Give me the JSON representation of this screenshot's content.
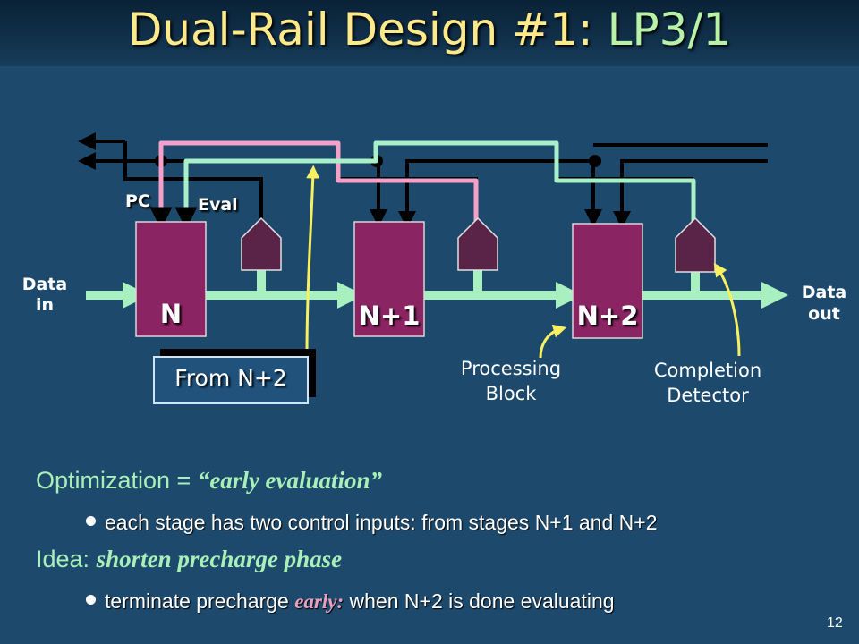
{
  "title": {
    "main": "Dual-Rail Design #1:",
    "highlight": "LP3/1"
  },
  "labels": {
    "pc": "PC",
    "eval": "Eval",
    "data_in_1": "Data",
    "data_in_2": "in",
    "data_out_1": "Data",
    "data_out_2": "out",
    "stage_n": "N",
    "stage_n1": "N+1",
    "stage_n2": "N+2",
    "from": "From N+2",
    "processing_1": "Processing",
    "processing_2": "Block",
    "completion_1": "Completion",
    "completion_2": "Detector"
  },
  "text": {
    "optimization_prefix": "Optimization = ",
    "optimization_em": "“early evaluation”",
    "bullet1": "each stage has two control inputs: from stages N+1 and N+2",
    "idea_prefix": "Idea: ",
    "idea_em": "shorten precharge phase",
    "bullet2_a": "terminate precharge ",
    "bullet2_em": "early:",
    "bullet2_b": " when N+2 is done evaluating"
  },
  "page_number": "12",
  "colors": {
    "background": "#1d4a6c",
    "title": "#ffe98a",
    "title_highlight": "#b8f2a8",
    "block": "#8b2463",
    "detector": "#5a2448",
    "data_path": "#a8f0c0",
    "pink_wire": "#f4a0c8",
    "green_wire": "#a8f0c8",
    "yellow_arrow": "#f8f060"
  }
}
